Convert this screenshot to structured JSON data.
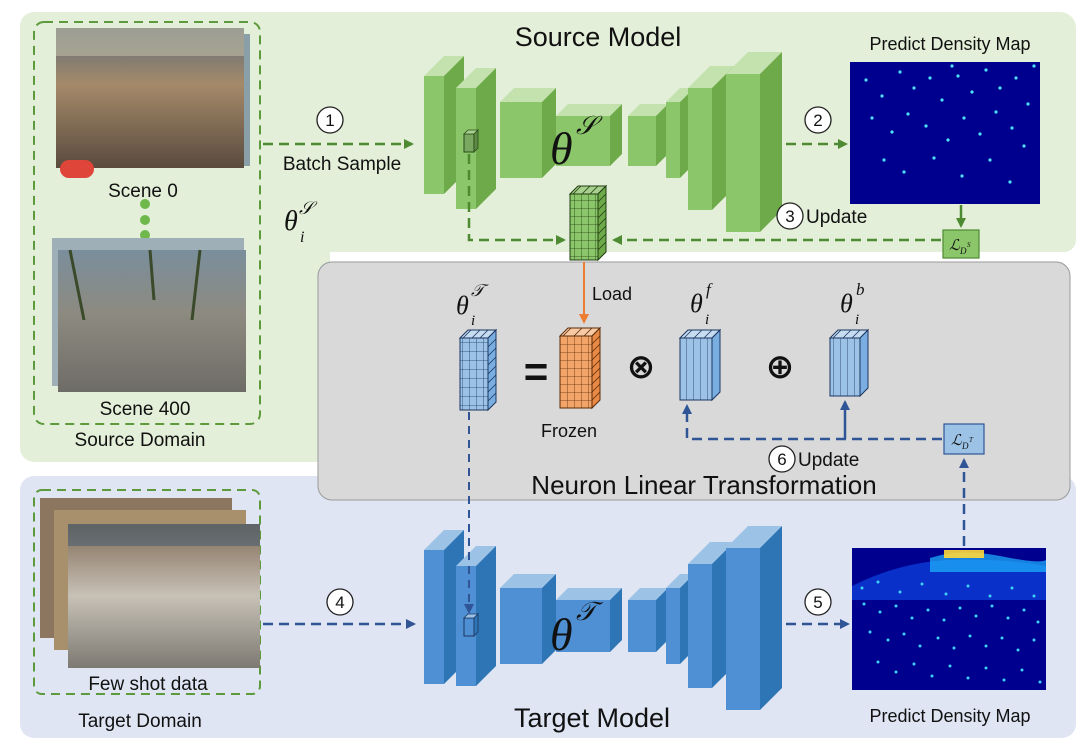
{
  "source_model": {
    "title": "Source Model",
    "param_symbol": "θ",
    "param_superscript": "𝒮",
    "output_label": "Predict Density Map"
  },
  "source_domain": {
    "label": "Source Domain",
    "scene_first": "Scene 0",
    "scene_last": "Scene 400",
    "neuron_symbol": "θ",
    "neuron_subscript": "i",
    "neuron_superscript": "𝒮"
  },
  "nlt": {
    "title": "Neuron Linear Transformation",
    "load_label": "Load",
    "frozen_label": "Frozen",
    "equals": "=",
    "multiply": "⊗",
    "add": "⊕",
    "theta_target": {
      "symbol": "θ",
      "subscript": "i",
      "superscript": "𝒯"
    },
    "theta_f": {
      "symbol": "θ",
      "subscript": "i",
      "superscript": "f"
    },
    "theta_b": {
      "symbol": "θ",
      "subscript": "i",
      "superscript": "b"
    }
  },
  "target_model": {
    "title": "Target Model",
    "param_symbol": "θ",
    "param_superscript": "𝒯",
    "output_label": "Predict Density Map"
  },
  "target_domain": {
    "label": "Target Domain",
    "data_label": "Few shot data"
  },
  "steps": [
    {
      "num": "1",
      "label": "Batch Sample"
    },
    {
      "num": "2",
      "label": ""
    },
    {
      "num": "3",
      "label": "Update"
    },
    {
      "num": "4",
      "label": ""
    },
    {
      "num": "5",
      "label": ""
    },
    {
      "num": "6",
      "label": "Update"
    }
  ],
  "loss_source": {
    "symbol": "ℒ",
    "subscript": "D",
    "superscript": "S"
  },
  "loss_target": {
    "symbol": "ℒ",
    "subscript": "D",
    "superscript": "T"
  },
  "colors": {
    "source_bg": "#e3efd8",
    "target_bg": "#dfe5f3",
    "nlt_bg": "#d9d9d9",
    "source_block": "#8cc66a",
    "target_block": "#4f90d4",
    "frozen": "#f3a469",
    "arrow_green": "#4e8a32",
    "arrow_blue": "#2f5597",
    "arrow_orange": "#ed7d31",
    "density_bg": "#00008f"
  }
}
